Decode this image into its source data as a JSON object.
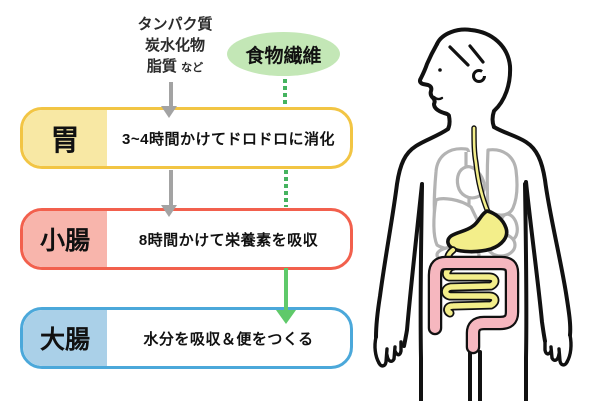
{
  "diagram": {
    "nutrients": {
      "line1": "タンパク質",
      "line2": "炭水化物",
      "line3": "脂質",
      "note": "など"
    },
    "fiber_label": "食物繊維",
    "stages": [
      {
        "organ": "胃",
        "description": "3~4時間かけてドロドロに消化"
      },
      {
        "organ": "小腸",
        "description": "8時間かけて栄養素を吸収"
      },
      {
        "organ": "大腸",
        "description": "水分を吸収＆便をつくる"
      }
    ],
    "colors": {
      "stomach_border": "#f2c544",
      "stomach_tab": "#f8e8a4",
      "small_intestine_border": "#f2604d",
      "small_intestine_tab": "#f8b5ac",
      "large_intestine_border": "#4ba8da",
      "large_intestine_tab": "#aad0e8",
      "fiber_badge": "#c3e7b6",
      "food_arrow_gray": "#a3a3a3",
      "fiber_dotted_green": "#45b35f",
      "fiber_arrow_green": "#5fc96a",
      "organ_yellow": "#f3ee8a",
      "organ_pink": "#f6b7bf",
      "organ_outline_gray": "#b3b3b3"
    },
    "illustration": "human-digestive-system"
  }
}
